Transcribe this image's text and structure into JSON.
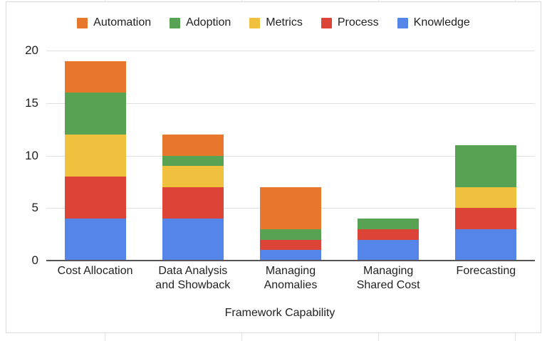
{
  "chart_data": {
    "type": "bar",
    "stacked": true,
    "title": "",
    "xlabel": "Framework Capability",
    "ylabel": "",
    "ylim": [
      0,
      20
    ],
    "yticks": [
      0,
      5,
      10,
      15,
      20
    ],
    "grid": true,
    "legend_position": "top",
    "categories": [
      "Cost Allocation",
      "Data Analysis and Showback",
      "Managing Anomalies",
      "Managing Shared Cost",
      "Forecasting"
    ],
    "category_lines": [
      [
        "Cost Allocation"
      ],
      [
        "Data Analysis",
        "and Showback"
      ],
      [
        "Managing",
        "Anomalies"
      ],
      [
        "Managing",
        "Shared Cost"
      ],
      [
        "Forecasting"
      ]
    ],
    "series": [
      {
        "name": "Automation",
        "color": "#e8772e",
        "values": [
          3,
          2,
          4,
          0,
          0
        ]
      },
      {
        "name": "Adoption",
        "color": "#58a353",
        "values": [
          4,
          1,
          1,
          1,
          4
        ]
      },
      {
        "name": "Metrics",
        "color": "#efc13f",
        "values": [
          4,
          2,
          0,
          0,
          2
        ]
      },
      {
        "name": "Process",
        "color": "#db4437",
        "values": [
          4,
          3,
          1,
          1,
          2
        ]
      },
      {
        "name": "Knowledge",
        "color": "#5585e8",
        "values": [
          4,
          4,
          1,
          2,
          3
        ]
      }
    ],
    "stack_order_bottom_to_top": [
      "Knowledge",
      "Process",
      "Metrics",
      "Adoption",
      "Automation"
    ],
    "totals": [
      19,
      12,
      7,
      4,
      11
    ]
  }
}
